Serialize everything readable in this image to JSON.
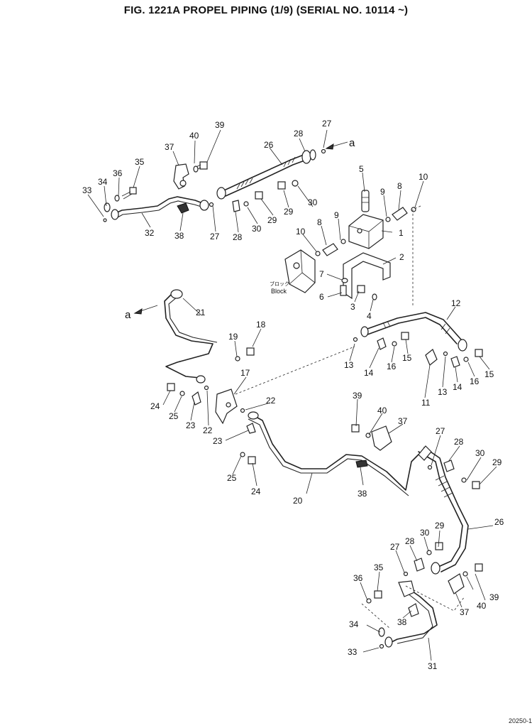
{
  "figure": {
    "title": "FIG. 1221A   PROPEL PIPING (1/9) (SERIAL NO. 10114 ~)",
    "corner_code": "20250-1"
  },
  "refs": {
    "a": "a",
    "block_jp": "ブロック",
    "block_en": "Block"
  },
  "callouts": [
    {
      "id": "c27a",
      "label": "27"
    },
    {
      "id": "c39a",
      "label": "39"
    },
    {
      "id": "c40a",
      "label": "40"
    },
    {
      "id": "c28a",
      "label": "28"
    },
    {
      "id": "c37a",
      "label": "37"
    },
    {
      "id": "c26a",
      "label": "26"
    },
    {
      "id": "c35a",
      "label": "35"
    },
    {
      "id": "c36a",
      "label": "36"
    },
    {
      "id": "c34a",
      "label": "34"
    },
    {
      "id": "c33a",
      "label": "33"
    },
    {
      "id": "c32",
      "label": "32"
    },
    {
      "id": "c38a",
      "label": "38"
    },
    {
      "id": "c27b",
      "label": "27"
    },
    {
      "id": "c28b",
      "label": "28"
    },
    {
      "id": "c30a",
      "label": "30"
    },
    {
      "id": "c29a",
      "label": "29"
    },
    {
      "id": "c29b",
      "label": "29"
    },
    {
      "id": "c30b",
      "label": "30"
    },
    {
      "id": "c5",
      "label": "5"
    },
    {
      "id": "c9a",
      "label": "9"
    },
    {
      "id": "c8a",
      "label": "8"
    },
    {
      "id": "c10a",
      "label": "10"
    },
    {
      "id": "c1",
      "label": "1"
    },
    {
      "id": "c10b",
      "label": "10"
    },
    {
      "id": "c8b",
      "label": "8"
    },
    {
      "id": "c9b",
      "label": "9"
    },
    {
      "id": "c2",
      "label": "2"
    },
    {
      "id": "c7",
      "label": "7"
    },
    {
      "id": "c6",
      "label": "6"
    },
    {
      "id": "c3",
      "label": "3"
    },
    {
      "id": "c4",
      "label": "4"
    },
    {
      "id": "c12",
      "label": "12"
    },
    {
      "id": "c21",
      "label": "21"
    },
    {
      "id": "c19",
      "label": "19"
    },
    {
      "id": "c18",
      "label": "18"
    },
    {
      "id": "c13a",
      "label": "13"
    },
    {
      "id": "c14a",
      "label": "14"
    },
    {
      "id": "c16a",
      "label": "16"
    },
    {
      "id": "c15a",
      "label": "15"
    },
    {
      "id": "c17",
      "label": "17"
    },
    {
      "id": "c11",
      "label": "11"
    },
    {
      "id": "c13b",
      "label": "13"
    },
    {
      "id": "c14b",
      "label": "14"
    },
    {
      "id": "c16b",
      "label": "16"
    },
    {
      "id": "c15b",
      "label": "15"
    },
    {
      "id": "c24a",
      "label": "24"
    },
    {
      "id": "c25a",
      "label": "25"
    },
    {
      "id": "c23a",
      "label": "23"
    },
    {
      "id": "c22a",
      "label": "22"
    },
    {
      "id": "c22b",
      "label": "22"
    },
    {
      "id": "c39b",
      "label": "39"
    },
    {
      "id": "c40b",
      "label": "40"
    },
    {
      "id": "c37b",
      "label": "37"
    },
    {
      "id": "c23b",
      "label": "23"
    },
    {
      "id": "c27c",
      "label": "27"
    },
    {
      "id": "c28c",
      "label": "28"
    },
    {
      "id": "c30c",
      "label": "30"
    },
    {
      "id": "c29c",
      "label": "29"
    },
    {
      "id": "c25b",
      "label": "25"
    },
    {
      "id": "c24b",
      "label": "24"
    },
    {
      "id": "c38b",
      "label": "38"
    },
    {
      "id": "c20",
      "label": "20"
    },
    {
      "id": "c26b",
      "label": "26"
    },
    {
      "id": "c29d",
      "label": "29"
    },
    {
      "id": "c30d",
      "label": "30"
    },
    {
      "id": "c28d",
      "label": "28"
    },
    {
      "id": "c27d",
      "label": "27"
    },
    {
      "id": "c35b",
      "label": "35"
    },
    {
      "id": "c36b",
      "label": "36"
    },
    {
      "id": "c40c",
      "label": "40"
    },
    {
      "id": "c39c",
      "label": "39"
    },
    {
      "id": "c37c",
      "label": "37"
    },
    {
      "id": "c38c",
      "label": "38"
    },
    {
      "id": "c34b",
      "label": "34"
    },
    {
      "id": "c33b",
      "label": "33"
    },
    {
      "id": "c31",
      "label": "31"
    }
  ]
}
